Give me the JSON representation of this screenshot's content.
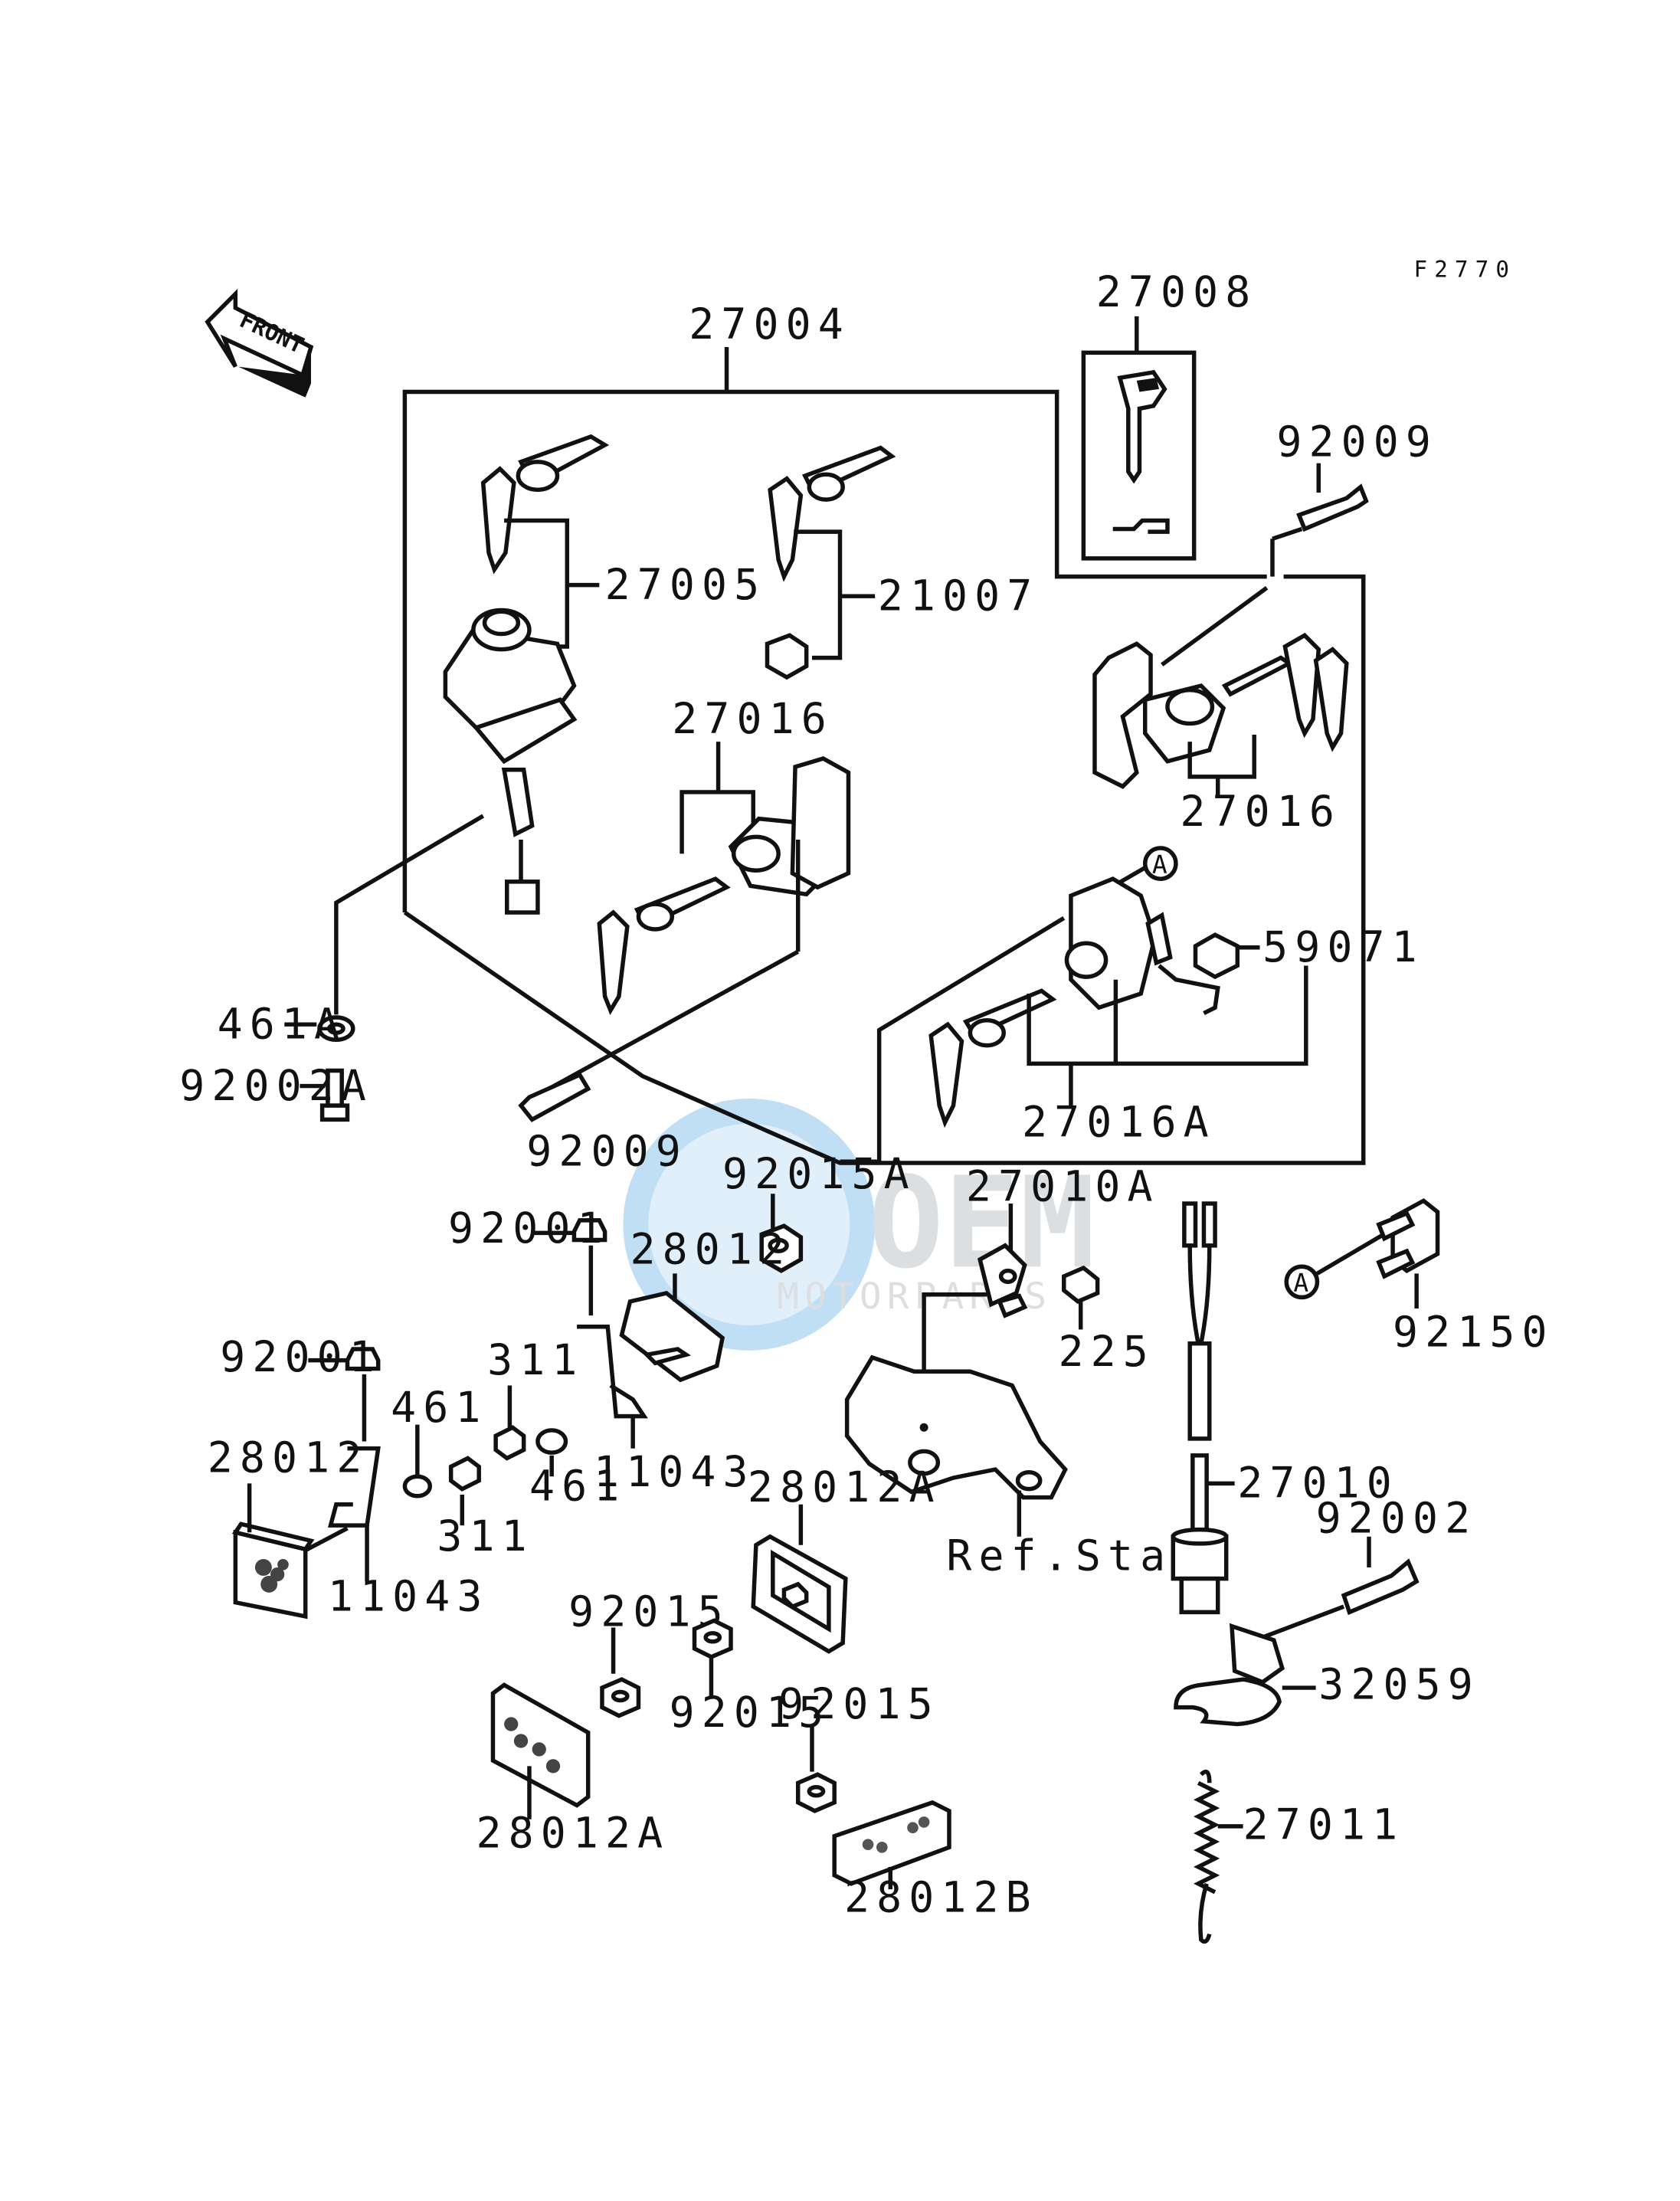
{
  "diagram": {
    "code": "F2770",
    "front_label": "FRONT",
    "ref_stand": "Ref.Stand",
    "watermark": {
      "brand": "OEM",
      "sub": "MOTORPARTS"
    }
  },
  "labels": {
    "p27004": "27004",
    "p27008": "27008",
    "p92009_top": "92009",
    "p27005": "27005",
    "p21007": "21007",
    "p27016_left": "27016",
    "p27016_right": "27016",
    "p59071": "59071",
    "p27016A": "27016A",
    "p461A": "461A",
    "p92002A": "92002A",
    "p92009_bottom": "92009",
    "p92015A": "92015A",
    "p27010A": "27010A",
    "p225": "225",
    "p92150": "92150",
    "p92001_mid": "92001",
    "p28012_mid": "28012",
    "p311_mid": "311",
    "p461_mid": "461",
    "p11043_mid": "11043",
    "p92001_left": "92001",
    "p461_left": "461",
    "p28012_left": "28012",
    "p311_left": "311",
    "p11043_left": "11043",
    "p28012A_top": "28012A",
    "p92015_a": "92015",
    "p92015_b": "92015",
    "p92015_c": "92015",
    "p28012A_bottom": "28012A",
    "p28012B": "28012B",
    "p27010": "27010",
    "p92002": "92002",
    "p32059": "32059",
    "p27011": "27011",
    "ref_A1": "A",
    "ref_A2": "A"
  }
}
